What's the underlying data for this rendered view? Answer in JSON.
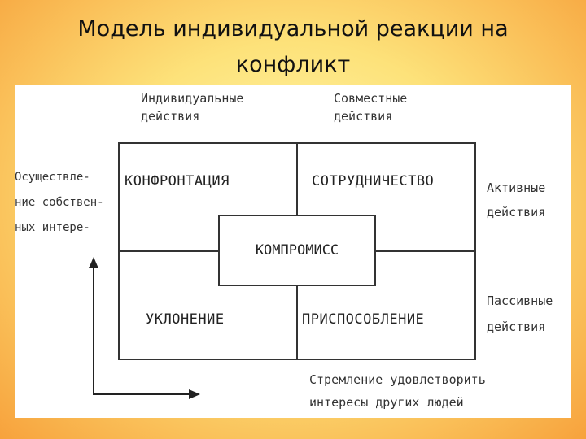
{
  "title": {
    "line1": "Модель индивидуальной реакции на",
    "line2": "конфликт"
  },
  "diagram": {
    "top_labels": {
      "individual": [
        "Индивидуальные",
        "действия"
      ],
      "joint": [
        "Совместные",
        "действия"
      ]
    },
    "left_label": [
      "Осуществле-",
      "ние собствен-",
      "ных интере-"
    ],
    "right_labels": {
      "active": [
        "Активные",
        "действия"
      ],
      "passive": [
        "Пассивные",
        "действия"
      ]
    },
    "bottom_label": [
      "Стремление удовлетворить",
      "интересы других людей"
    ],
    "cells": {
      "top_left": "КОНФРОНТАЦИЯ",
      "top_right": "СОТРУДНИЧЕСТВО",
      "bottom_left": "УКЛОНЕНИЕ",
      "bottom_right": "ПРИСПОСОБЛЕНИЕ",
      "center": "КОМПРОМИСС"
    }
  }
}
